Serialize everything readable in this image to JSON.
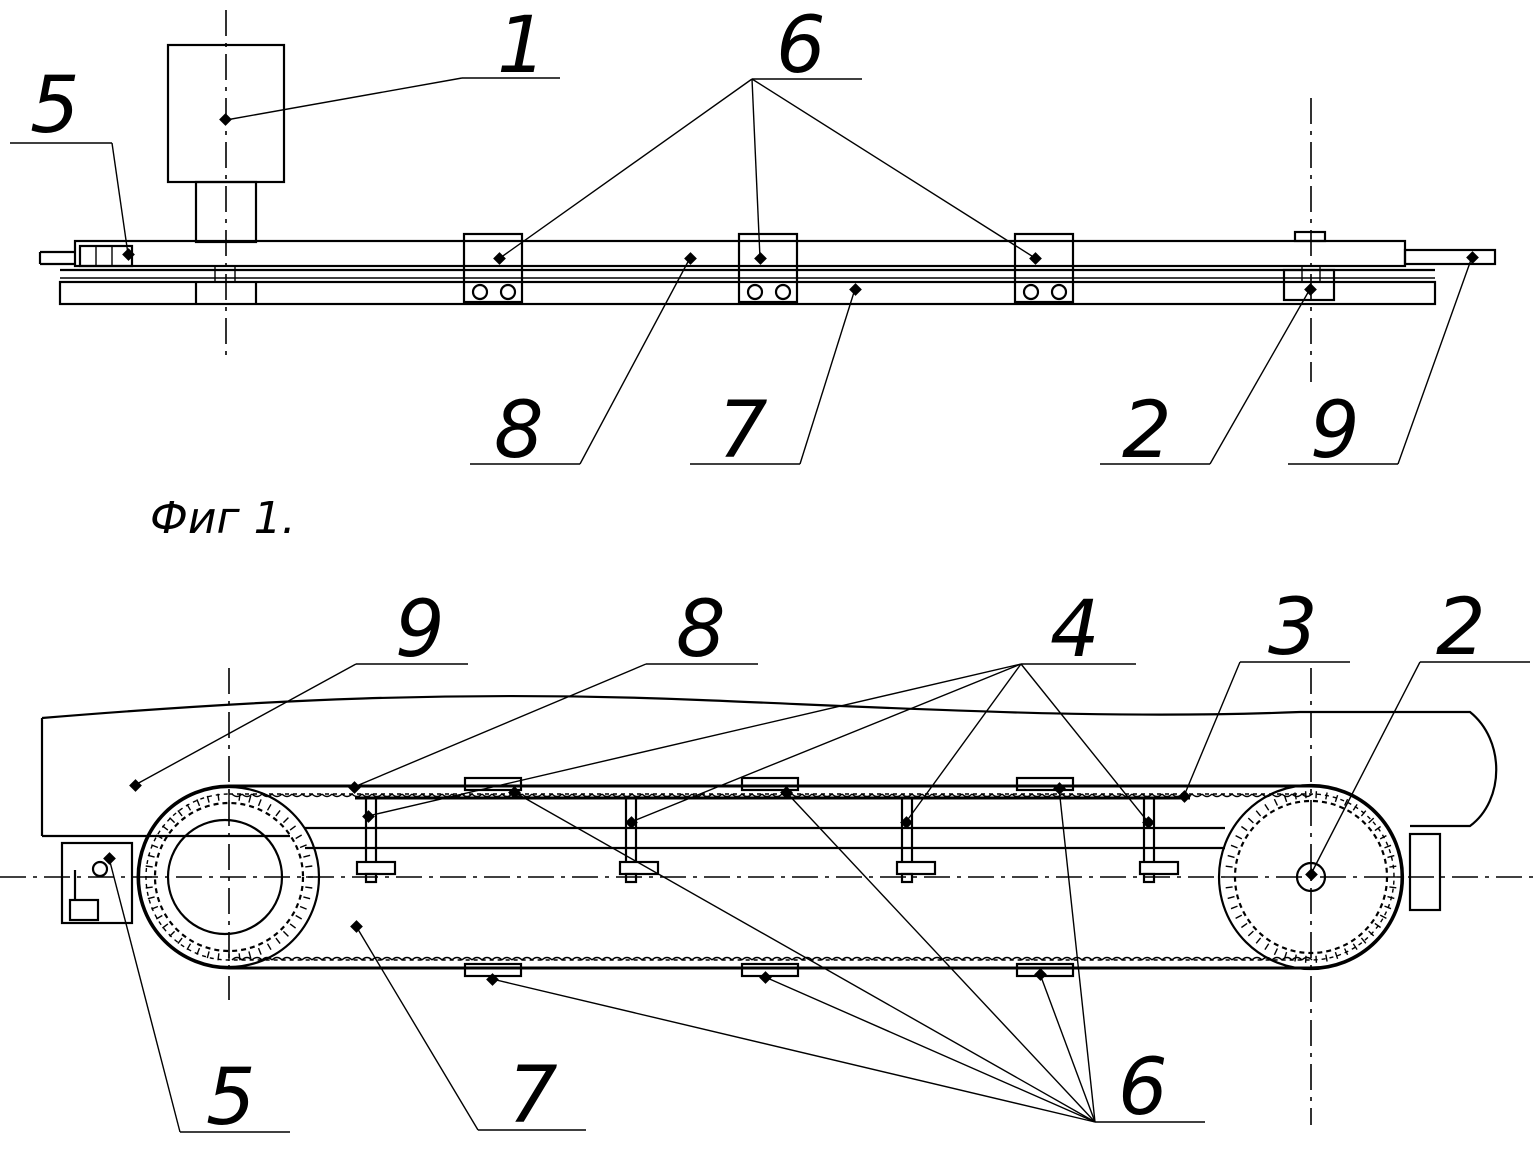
{
  "figure1": {
    "caption": "Фиг 1.",
    "labels": {
      "l1": "1",
      "l5": "5",
      "l6": "6",
      "l8": "8",
      "l7": "7",
      "l2": "2",
      "l9": "9"
    }
  },
  "figure2": {
    "labels": {
      "l9": "9",
      "l8": "8",
      "l4": "4",
      "l3": "3",
      "l2": "2",
      "l5": "5",
      "l7": "7",
      "l6": "6"
    }
  }
}
